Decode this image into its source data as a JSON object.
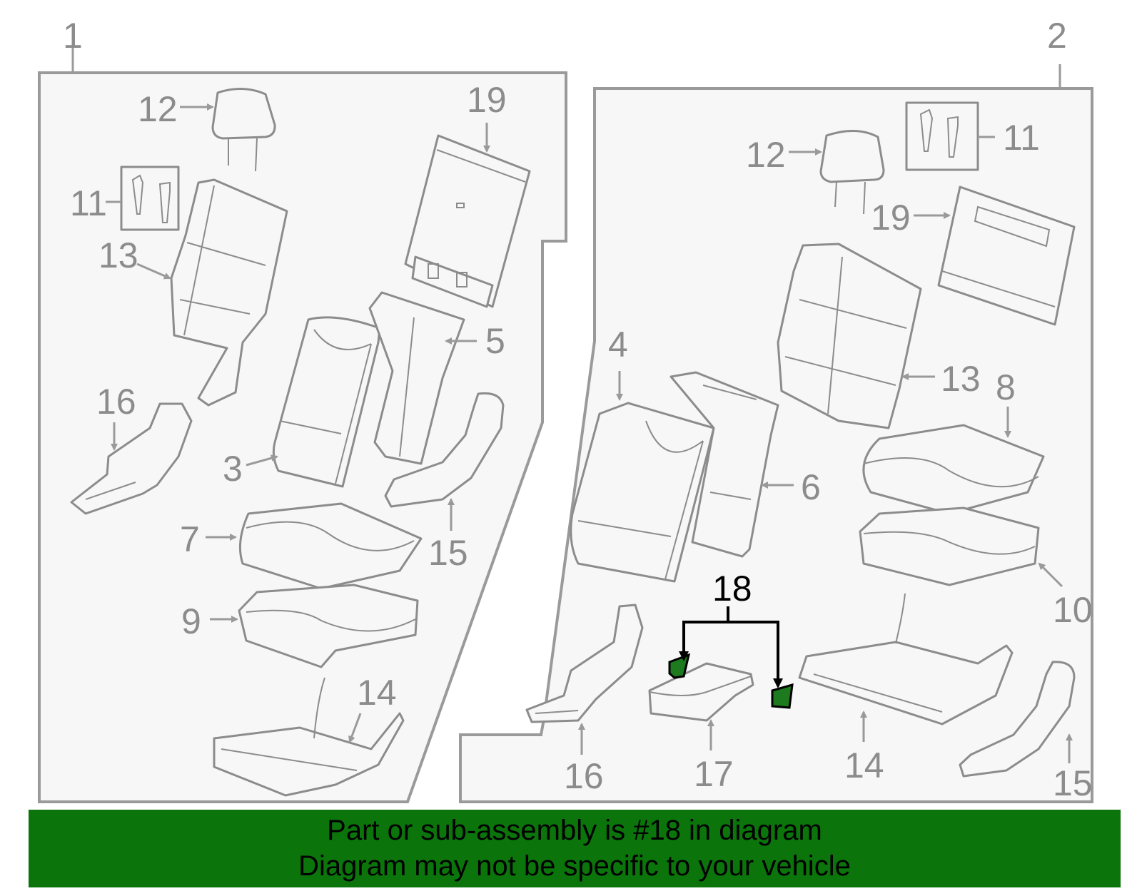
{
  "diagram": {
    "accent_color": "#0b740b",
    "highlight_part": "18",
    "groups": [
      {
        "id": "group-1",
        "label": "1"
      },
      {
        "id": "group-2",
        "label": "2"
      }
    ],
    "callouts_left": {
      "c12": "12",
      "c19": "19",
      "c11": "11",
      "c13": "13",
      "c5": "5",
      "c16": "16",
      "c3": "3",
      "c7": "7",
      "c15": "15",
      "c9": "9",
      "c14": "14"
    },
    "callouts_right": {
      "c12": "12",
      "c11": "11",
      "c19": "19",
      "c4": "4",
      "c13": "13",
      "c8": "8",
      "c6": "6",
      "c18": "18",
      "c10": "10",
      "c16": "16",
      "c17": "17",
      "c14": "14",
      "c15": "15"
    }
  },
  "banner": {
    "line1": "Part or sub-assembly is #18 in diagram",
    "line2": "Diagram may not be specific to your vehicle"
  }
}
